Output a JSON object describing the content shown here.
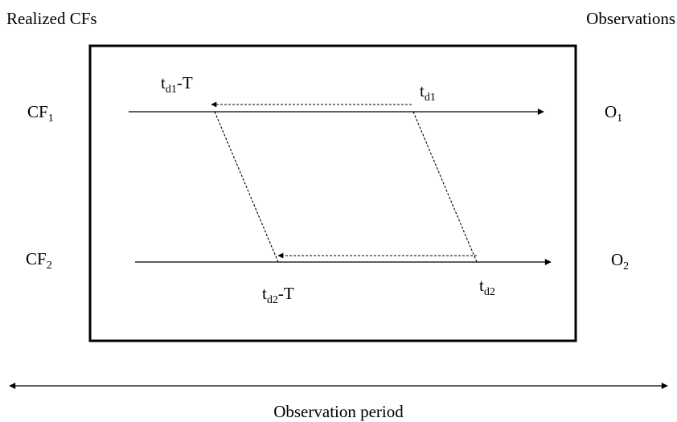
{
  "headers": {
    "left": "Realized CFs",
    "right": "Observations"
  },
  "rows": [
    {
      "flow": {
        "base": "CF",
        "sub": "1"
      },
      "observation": {
        "base": "O",
        "sub": "1"
      }
    },
    {
      "flow": {
        "base": "CF",
        "sub": "2"
      },
      "observation": {
        "base": "O",
        "sub": "2"
      }
    }
  ],
  "time_labels": {
    "t_d1": {
      "base": "t",
      "sub": "d1",
      "suffix": ""
    },
    "t_d1_minus_T": {
      "base": "t",
      "sub": "d1",
      "suffix": "-T"
    },
    "t_d2": {
      "base": "t",
      "sub": "d2",
      "suffix": ""
    },
    "t_d2_minus_T": {
      "base": "t",
      "sub": "d2",
      "suffix": "-T"
    }
  },
  "footer": {
    "label": "Observation period"
  },
  "colors": {
    "ink": "#000000",
    "background": "#ffffff"
  }
}
